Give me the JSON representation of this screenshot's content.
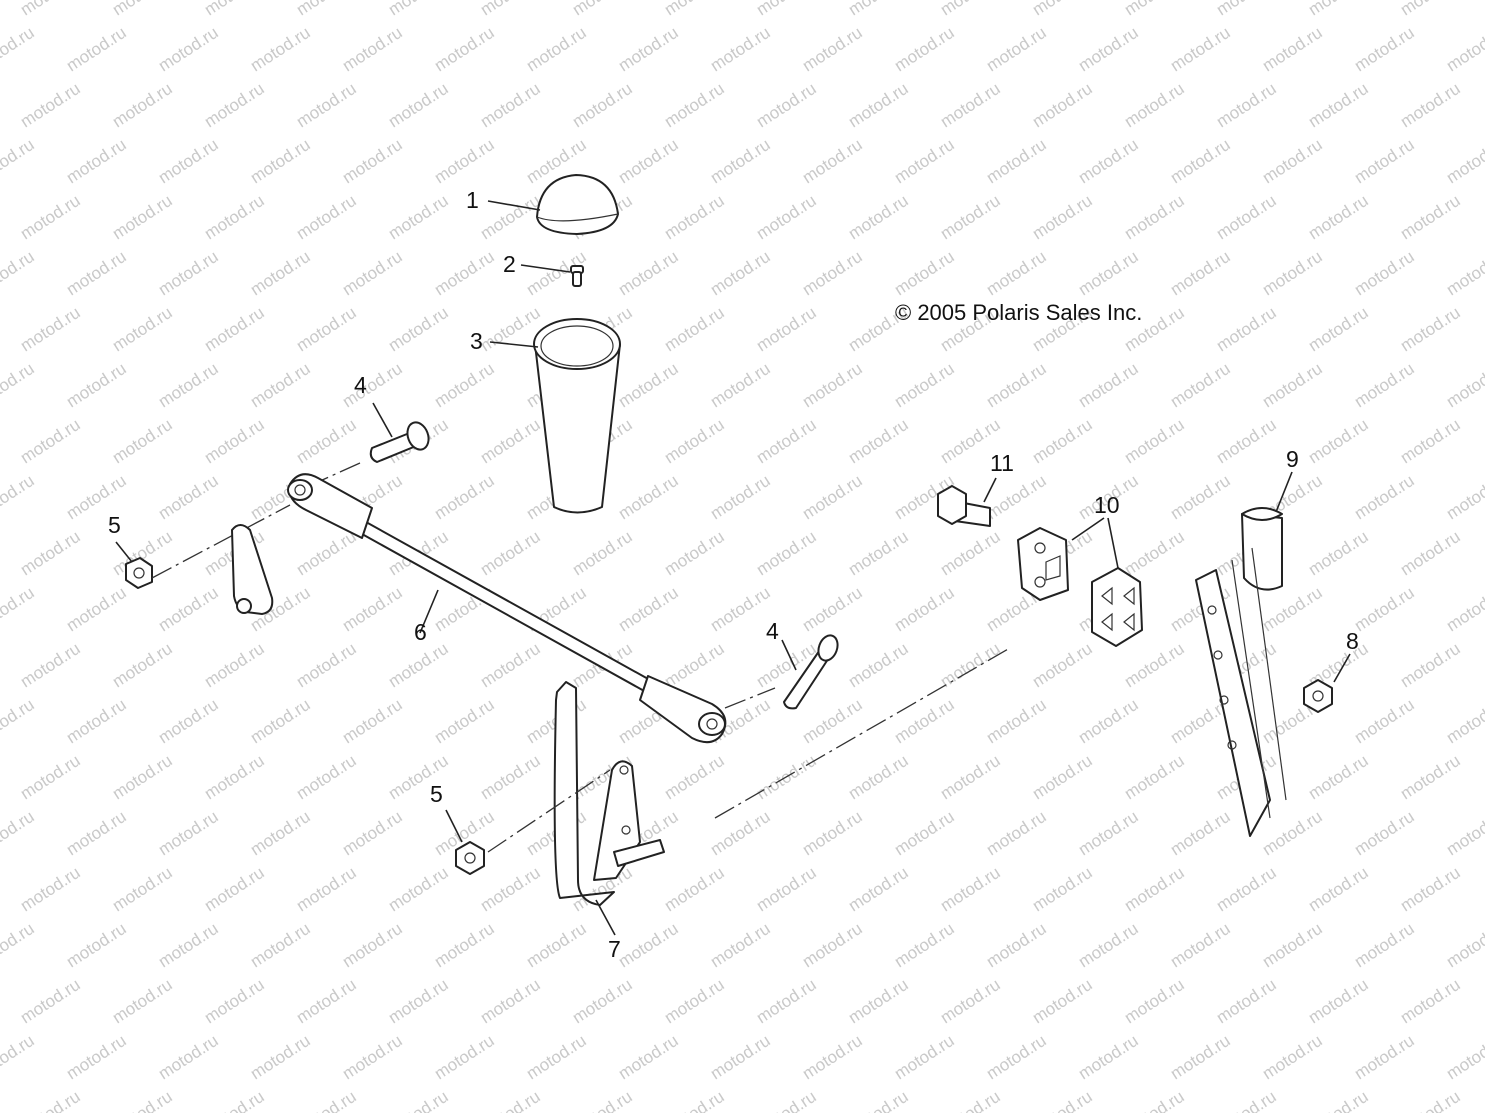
{
  "watermark": {
    "text": "motod.ru",
    "color": "#c9c9c9"
  },
  "copyright": "© 2005 Polaris Sales Inc.",
  "callouts": [
    {
      "id": "c1",
      "label": "1"
    },
    {
      "id": "c2",
      "label": "2"
    },
    {
      "id": "c3",
      "label": "3"
    },
    {
      "id": "c4a",
      "label": "4"
    },
    {
      "id": "c4b",
      "label": "4"
    },
    {
      "id": "c5a",
      "label": "5"
    },
    {
      "id": "c5b",
      "label": "5"
    },
    {
      "id": "c6",
      "label": "6"
    },
    {
      "id": "c7",
      "label": "7"
    },
    {
      "id": "c8",
      "label": "8"
    },
    {
      "id": "c9",
      "label": "9"
    },
    {
      "id": "c10",
      "label": "10"
    },
    {
      "id": "c11",
      "label": "11"
    }
  ]
}
